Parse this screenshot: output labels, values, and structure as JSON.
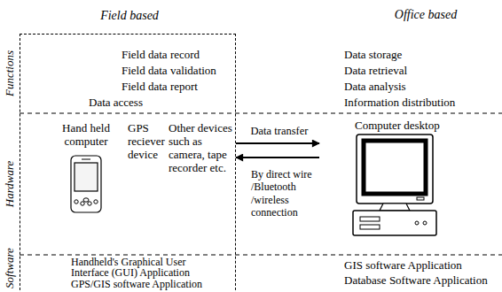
{
  "diagram": {
    "nodes": [
      {
        "text": [
          "Field based"
        ]
      },
      {
        "text": [
          "Field data record",
          "Field data validation",
          "Field data report",
          "Data access"
        ],
        "in": 0
      },
      {
        "text": [
          "Hand held computer",
          "GPS reciever device",
          "Other devices such as camera, tape recorder etc."
        ],
        "in": 0
      },
      {
        "text": [
          "Handheld's Graphical User Interface (GUI) Application",
          "GPS/GIS software Application"
        ],
        "in": 0
      },
      {
        "text": [
          "Data storage",
          "Data retrieval",
          "Data analysis",
          "Information distribution"
        ]
      },
      {
        "text": [
          "Computer desktop"
        ]
      },
      {
        "text": [
          "GIS software Application",
          "Database Software Application"
        ]
      }
    ],
    "edges": [
      {
        "from": 2,
        "to": 5,
        "arrow": "to",
        "label": "Data transfer"
      },
      {
        "from": 5,
        "to": 2,
        "arrow": "to",
        "label": "By direct wire /Bluetooth /wireless connection"
      }
    ],
    "labels": [
      "Office based",
      "Functions",
      "Hardware",
      "Software"
    ]
  }
}
